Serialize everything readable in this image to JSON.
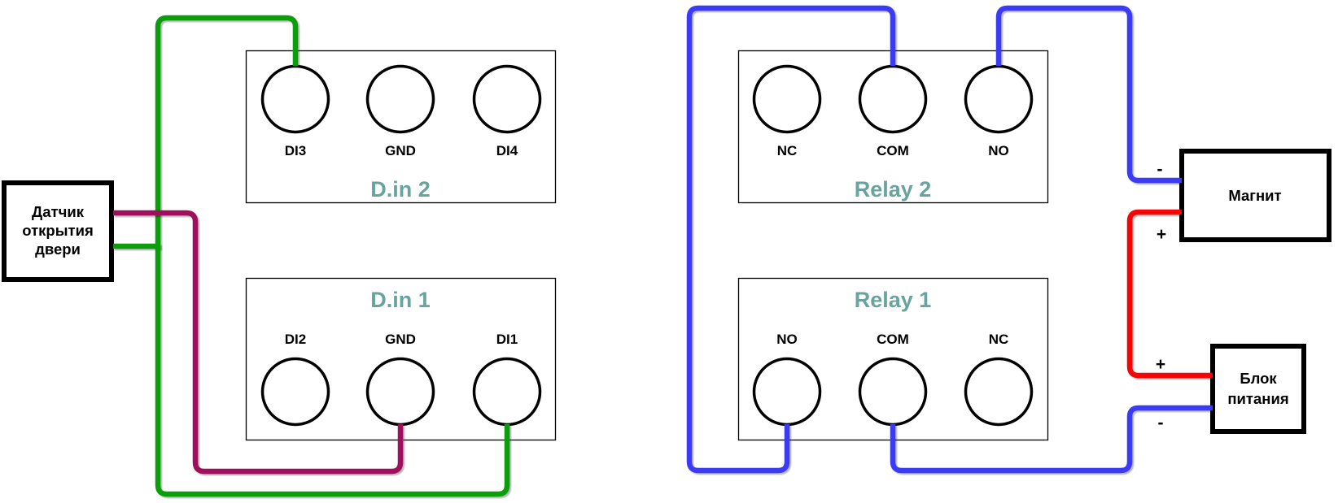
{
  "sensor": {
    "lines": [
      "Датчик",
      "открытия",
      "двери"
    ]
  },
  "din2": {
    "title": "D.in 2",
    "ports": [
      "DI3",
      "GND",
      "DI4"
    ]
  },
  "din1": {
    "title": "D.in 1",
    "ports": [
      "DI2",
      "GND",
      "DI1"
    ]
  },
  "relay2": {
    "title": "Relay 2",
    "ports": [
      "NC",
      "COM",
      "NO"
    ]
  },
  "relay1": {
    "title": "Relay 1",
    "ports": [
      "NO",
      "COM",
      "NC"
    ]
  },
  "magnet": {
    "label": "Магнит",
    "minus": "-",
    "plus": "+"
  },
  "psu": {
    "lines": [
      "Блок",
      "питания"
    ],
    "plus": "+",
    "minus": "-"
  },
  "colors": {
    "green": "#0b9e0b",
    "magenta": "#9e105e",
    "blue": "#3b3bf5",
    "red": "#f50505",
    "title": "#68a49d"
  }
}
